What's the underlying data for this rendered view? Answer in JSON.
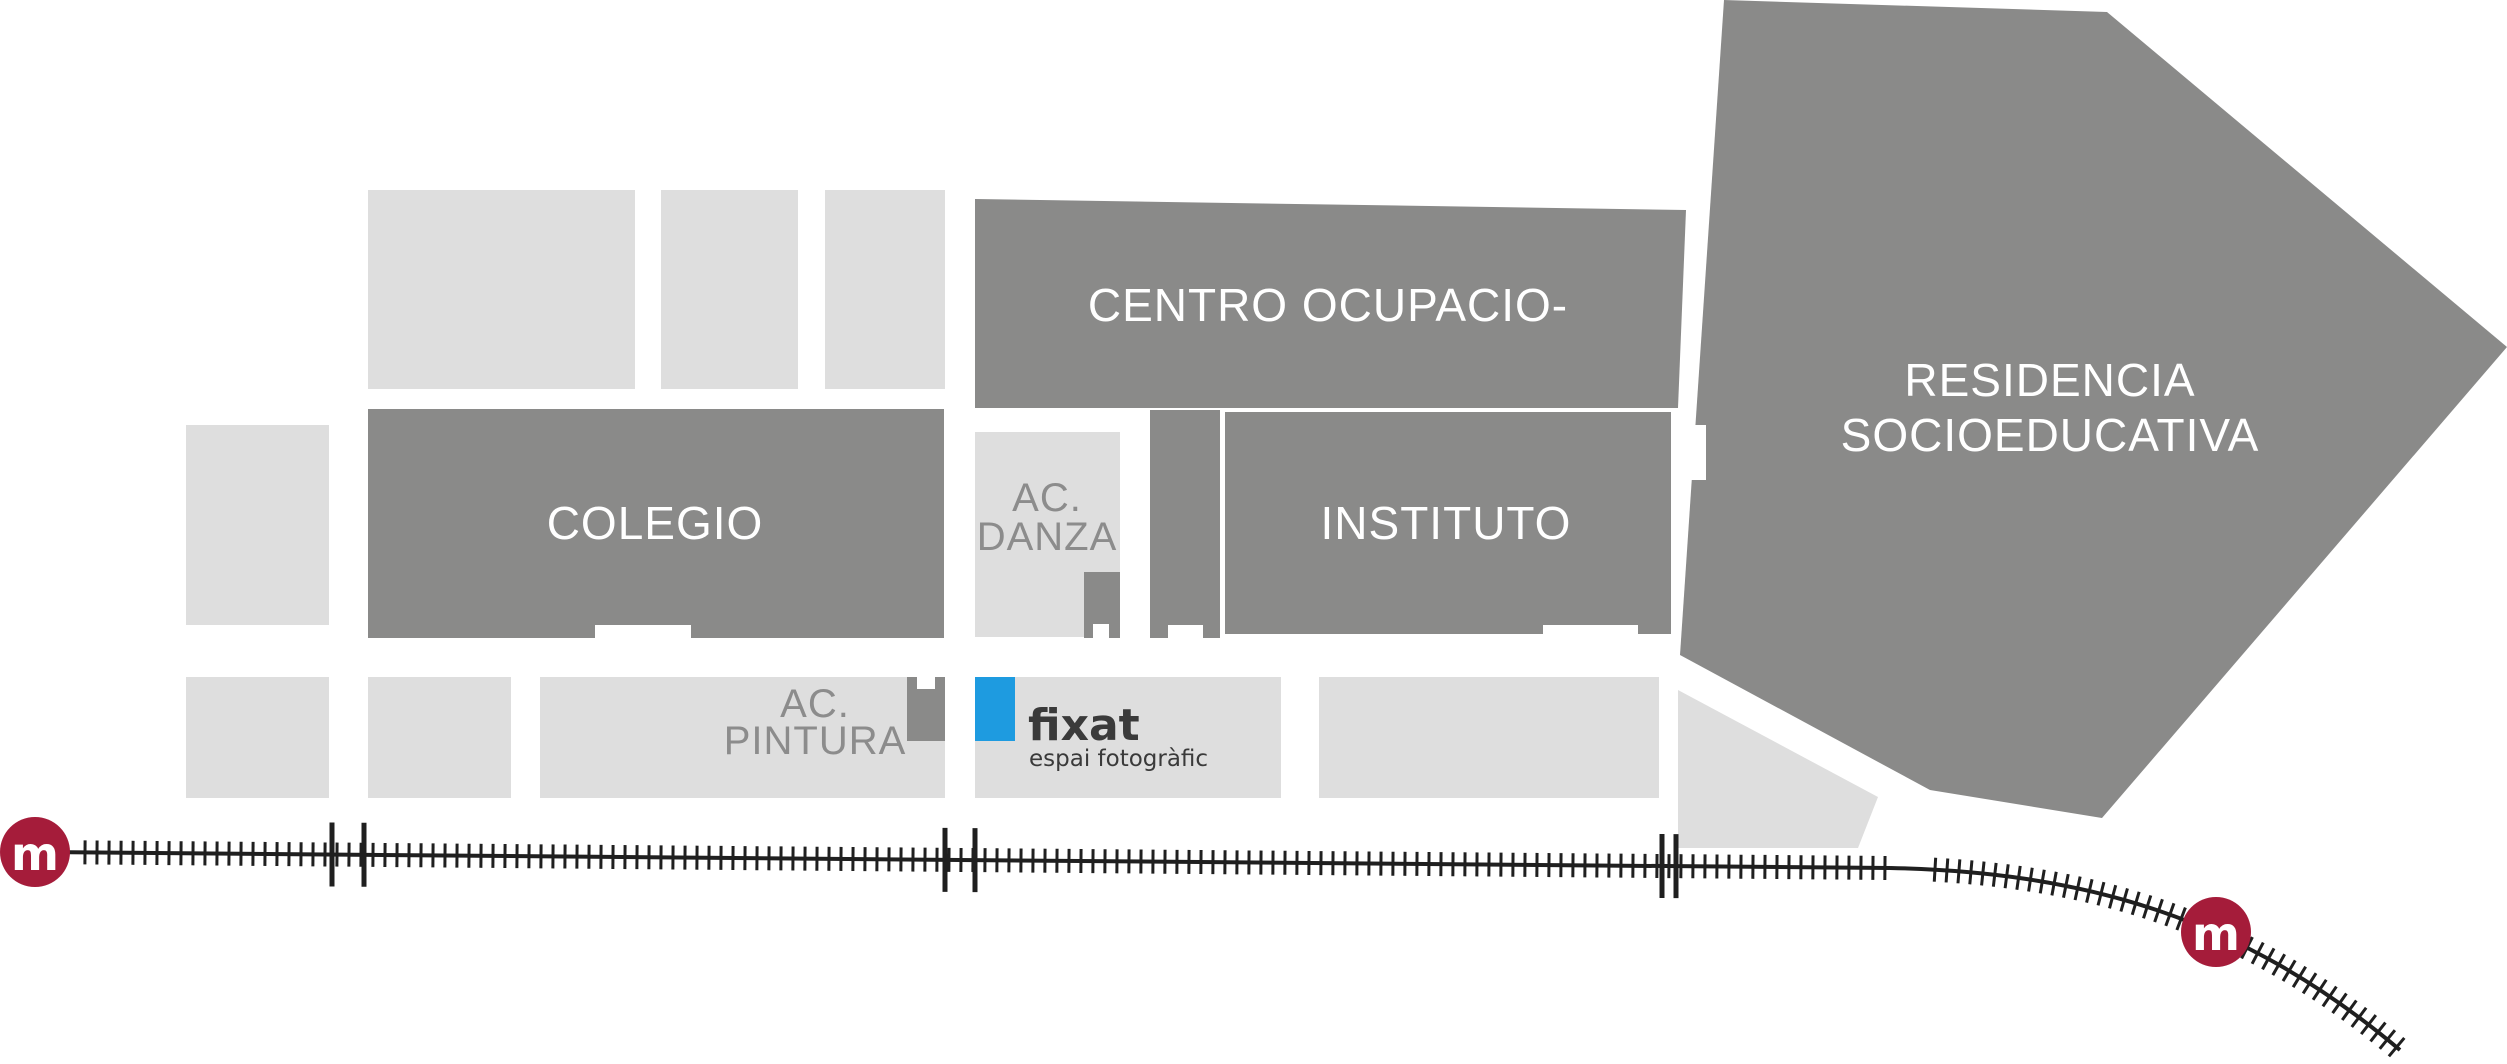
{
  "colors": {
    "background": "#ffffff",
    "landmark_building": "#8a8a89",
    "other_block": "#dedede",
    "highlight_marker": "#1e9be0",
    "metro_badge": "#a51c3a",
    "railway": "#1f1f1f"
  },
  "buildings": {
    "colegio": "COLEGIO",
    "centro": "CENTRO OCUPACIO-",
    "instituto": "INSTITUTO",
    "residencia_line1": "RESIDENCIA",
    "residencia_line2": "SOCIOEDUCATIVA",
    "danza_line1": "AC.",
    "danza_line2": "DANZA",
    "pintura_line1": "AC.",
    "pintura_line2": "PINTURA"
  },
  "brand": {
    "name": "fixat",
    "tagline": "espai fotogràfic"
  },
  "metro": {
    "left_label": "m",
    "right_label": "m"
  }
}
